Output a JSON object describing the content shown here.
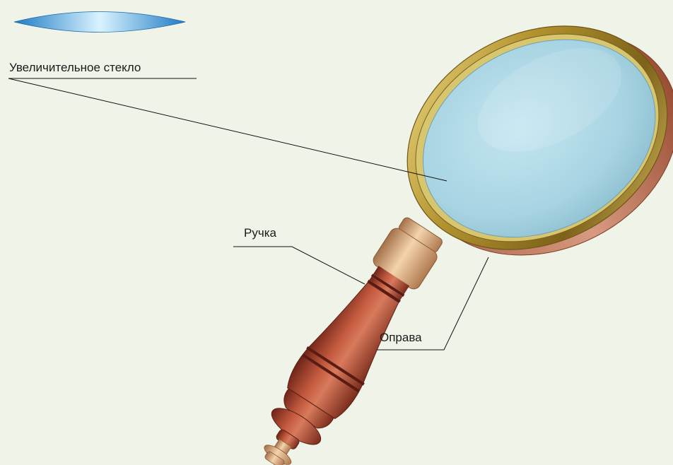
{
  "labels": {
    "magnifying_glass": "Увеличительное стекло",
    "handle": "Ручка",
    "frame": "Оправа"
  },
  "colors": {
    "background": "#eff3e8",
    "lens": "#a9d6e6",
    "frame_gold": "#b59a3e",
    "frame_inner": "#e2cf78",
    "handle_wood": "#a23d28",
    "brass_ferrule": "#d8a978"
  }
}
